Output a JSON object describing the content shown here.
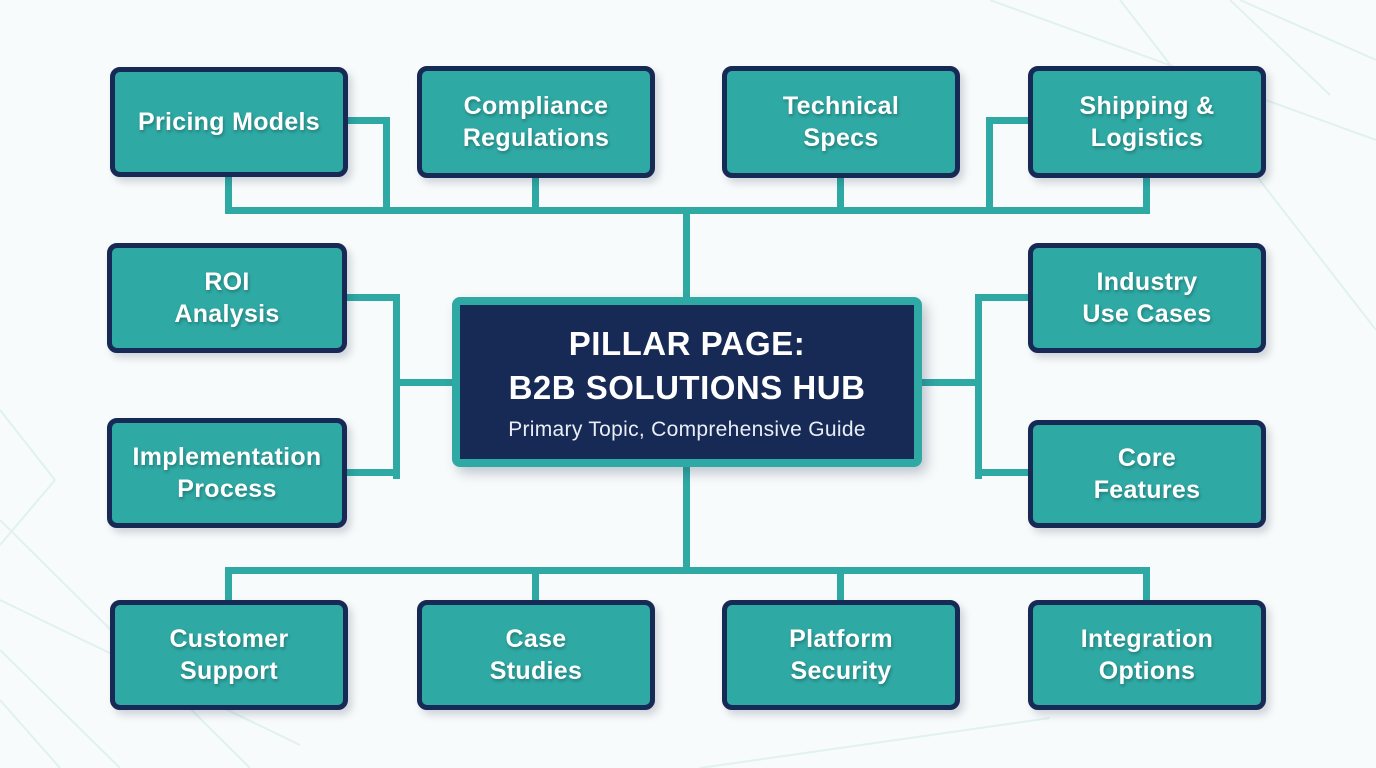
{
  "diagram": {
    "center": {
      "title": "PILLAR PAGE:\nB2B SOLUTIONS HUB",
      "subtitle": "Primary Topic, Comprehensive Guide"
    },
    "nodes": [
      {
        "id": "pricing-models",
        "label": "Pricing Models"
      },
      {
        "id": "compliance-regulations",
        "label": "Compliance\nRegulations"
      },
      {
        "id": "technical-specs",
        "label": "Technical\nSpecs"
      },
      {
        "id": "shipping-logistics",
        "label": "Shipping &\nLogistics"
      },
      {
        "id": "roi-analysis",
        "label": "ROI\nAnalysis"
      },
      {
        "id": "implementation-process",
        "label": "Implementation\nProcess"
      },
      {
        "id": "industry-use-cases",
        "label": "Industry\nUse Cases"
      },
      {
        "id": "core-features",
        "label": "Core\nFeatures"
      },
      {
        "id": "customer-support",
        "label": "Customer\nSupport"
      },
      {
        "id": "case-studies",
        "label": "Case\nStudies"
      },
      {
        "id": "platform-security",
        "label": "Platform\nSecurity"
      },
      {
        "id": "integration-options",
        "label": "Integration\nOptions"
      }
    ],
    "colors": {
      "node_fill": "#2FA9A4",
      "node_border": "#172A56",
      "center_fill": "#172A56",
      "center_border": "#2FA9A4",
      "connector": "#2FA9A4",
      "text": "#FFFFFF"
    }
  }
}
